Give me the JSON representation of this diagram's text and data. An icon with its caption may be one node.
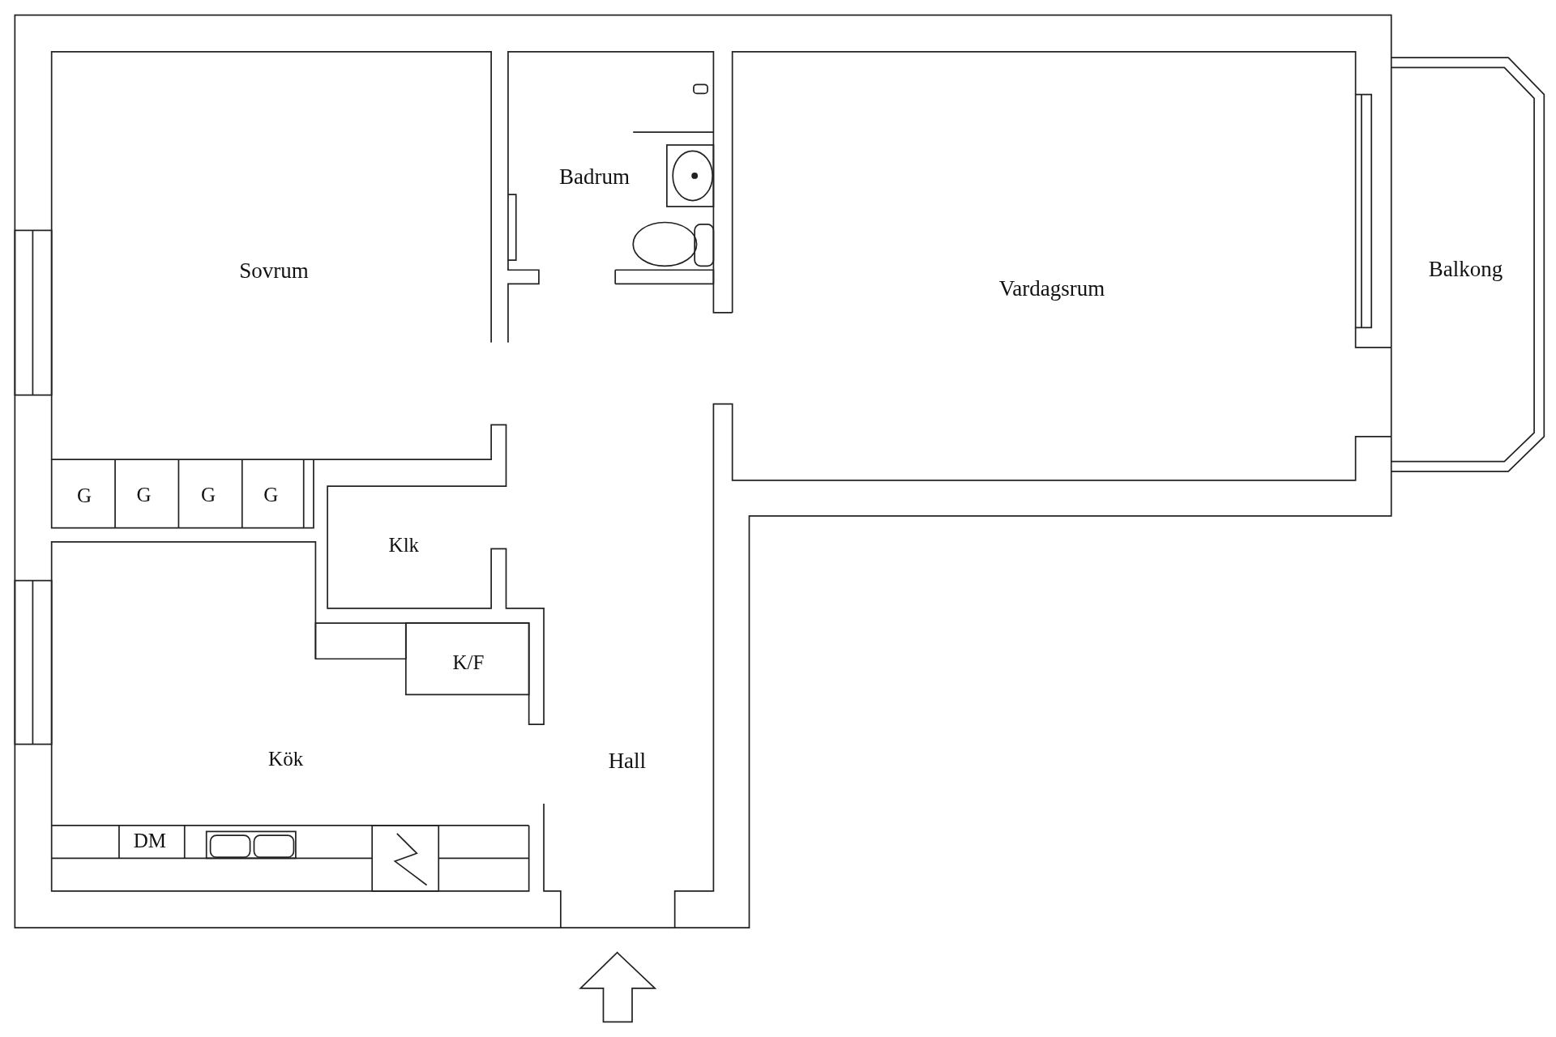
{
  "diagram": {
    "labels": [
      "Badrum",
      "Sovrum",
      "Vardagsrum",
      "Balkong",
      "G",
      "G",
      "G",
      "G",
      "Klk",
      "K/F",
      "Kök",
      "Hall",
      "DM"
    ]
  }
}
